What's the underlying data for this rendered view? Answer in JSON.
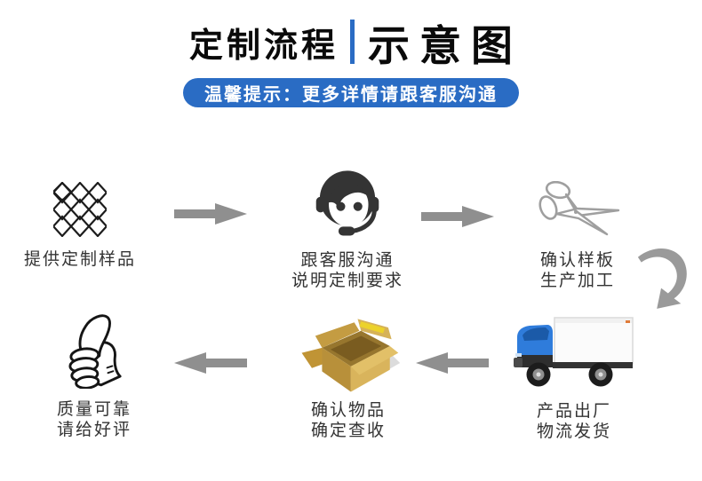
{
  "header": {
    "title_left": "定制流程",
    "title_right": "示意图",
    "banner": "温馨提示：更多详情请跟客服沟通"
  },
  "colors": {
    "accent_blue": "#2a6cc4",
    "arrow_gray": "#8f8f8f",
    "scissors_gray": "#9f9f9f",
    "icon_dark": "#343434",
    "truck_cab_blue": "#2f7cdb",
    "carton_tan": "#c8a14b",
    "tape_yellow": "#ecd22b"
  },
  "steps": [
    {
      "name": "provide-sample",
      "icon": "fabric-swatch-icon",
      "lines": [
        "提供定制样品"
      ]
    },
    {
      "name": "contact-service",
      "icon": "customer-service-icon",
      "lines": [
        "跟客服沟通",
        "说明定制要求"
      ]
    },
    {
      "name": "confirm-template",
      "icon": "scissors-icon",
      "lines": [
        "确认样板",
        "生产加工"
      ]
    },
    {
      "name": "ship-product",
      "icon": "truck-icon",
      "lines": [
        "产品出厂",
        "物流发货"
      ]
    },
    {
      "name": "confirm-receipt",
      "icon": "open-box-icon",
      "lines": [
        "确认物品",
        "确定查收"
      ]
    },
    {
      "name": "give-review",
      "icon": "thumbs-up-icon",
      "lines": [
        "质量可靠",
        "请给好评"
      ]
    }
  ]
}
